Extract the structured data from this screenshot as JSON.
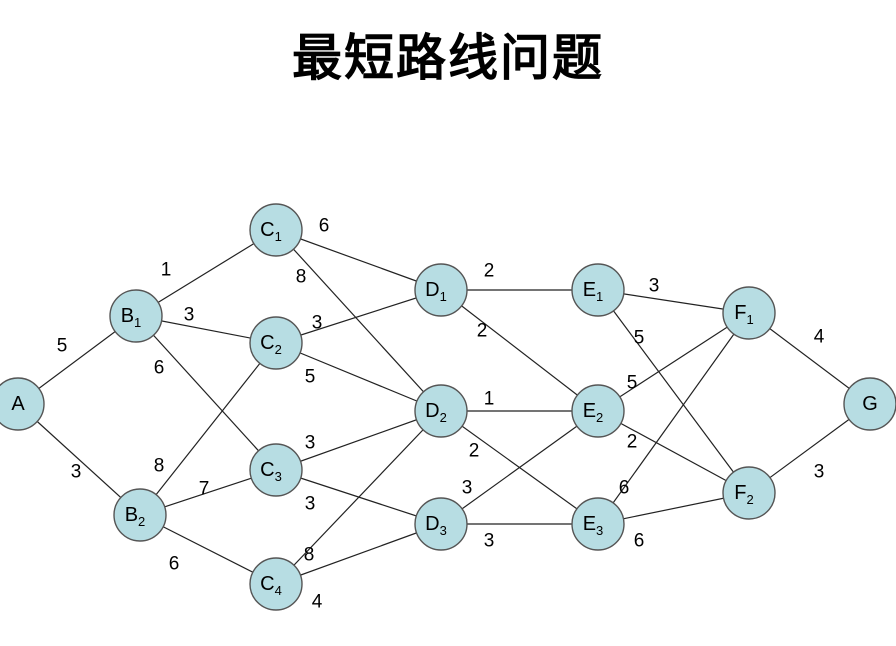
{
  "title": "最短路线问题",
  "colors": {
    "node_fill": "#b7dde3",
    "node_stroke": "#555555",
    "edge": "#222222"
  },
  "nodes": [
    {
      "id": "A",
      "name": "A",
      "sub": ""
    },
    {
      "id": "B1",
      "name": "B",
      "sub": "1"
    },
    {
      "id": "B2",
      "name": "B",
      "sub": "2"
    },
    {
      "id": "C1",
      "name": "C",
      "sub": "1"
    },
    {
      "id": "C2",
      "name": "C",
      "sub": "2"
    },
    {
      "id": "C3",
      "name": "C",
      "sub": "3"
    },
    {
      "id": "C4",
      "name": "C",
      "sub": "4"
    },
    {
      "id": "D1",
      "name": "D",
      "sub": "1"
    },
    {
      "id": "D2",
      "name": "D",
      "sub": "2"
    },
    {
      "id": "D3",
      "name": "D",
      "sub": "3"
    },
    {
      "id": "E1",
      "name": "E",
      "sub": "1"
    },
    {
      "id": "E2",
      "name": "E",
      "sub": "2"
    },
    {
      "id": "E3",
      "name": "E",
      "sub": "3"
    },
    {
      "id": "F1",
      "name": "F",
      "sub": "1"
    },
    {
      "id": "F2",
      "name": "F",
      "sub": "2"
    },
    {
      "id": "G",
      "name": "G",
      "sub": ""
    }
  ],
  "edges": [
    {
      "from": "A",
      "to": "B1",
      "weight": "5"
    },
    {
      "from": "A",
      "to": "B2",
      "weight": "3"
    },
    {
      "from": "B1",
      "to": "C1",
      "weight": "1"
    },
    {
      "from": "B1",
      "to": "C2",
      "weight": "3"
    },
    {
      "from": "B1",
      "to": "C3",
      "weight": "6"
    },
    {
      "from": "B2",
      "to": "C2",
      "weight": "8"
    },
    {
      "from": "B2",
      "to": "C3",
      "weight": "7"
    },
    {
      "from": "B2",
      "to": "C4",
      "weight": "6"
    },
    {
      "from": "C1",
      "to": "D1",
      "weight": "6"
    },
    {
      "from": "C1",
      "to": "D2",
      "weight": "8"
    },
    {
      "from": "C2",
      "to": "D1",
      "weight": "3"
    },
    {
      "from": "C2",
      "to": "D2",
      "weight": "5"
    },
    {
      "from": "C3",
      "to": "D2",
      "weight": "3"
    },
    {
      "from": "C3",
      "to": "D3",
      "weight": "3"
    },
    {
      "from": "C4",
      "to": "D2",
      "weight": "8"
    },
    {
      "from": "C4",
      "to": "D3",
      "weight": "4"
    },
    {
      "from": "D1",
      "to": "E1",
      "weight": "2"
    },
    {
      "from": "D1",
      "to": "E2",
      "weight": "2"
    },
    {
      "from": "D2",
      "to": "E2",
      "weight": "1"
    },
    {
      "from": "D2",
      "to": "E3",
      "weight": "2"
    },
    {
      "from": "D3",
      "to": "E2",
      "weight": "3"
    },
    {
      "from": "D3",
      "to": "E3",
      "weight": "3"
    },
    {
      "from": "E1",
      "to": "F1",
      "weight": "3"
    },
    {
      "from": "E1",
      "to": "F2",
      "weight": "5"
    },
    {
      "from": "E2",
      "to": "F1",
      "weight": "5"
    },
    {
      "from": "E2",
      "to": "F2",
      "weight": "2"
    },
    {
      "from": "E3",
      "to": "F1",
      "weight": "6"
    },
    {
      "from": "E3",
      "to": "F2",
      "weight": "6"
    },
    {
      "from": "F1",
      "to": "G",
      "weight": "4"
    },
    {
      "from": "F2",
      "to": "G",
      "weight": "3"
    }
  ]
}
